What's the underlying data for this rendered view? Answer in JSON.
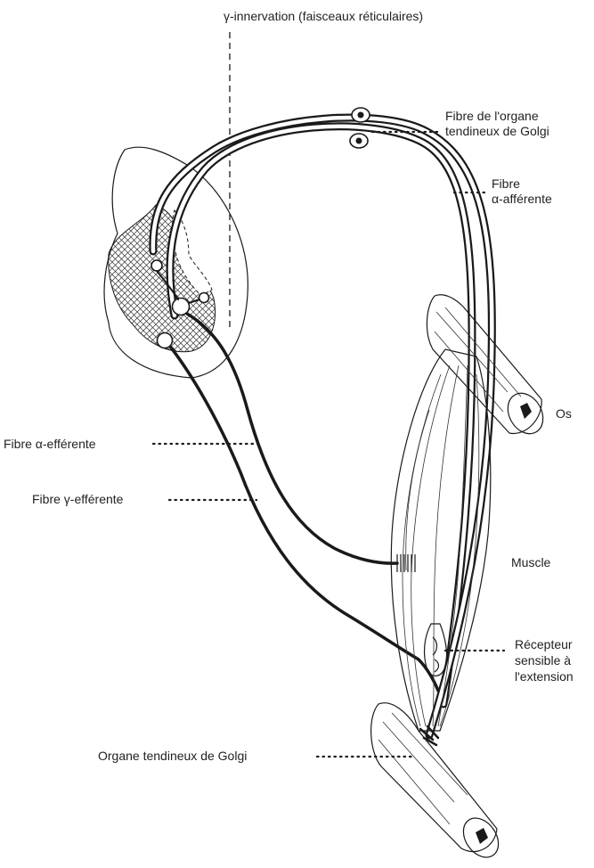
{
  "labels": {
    "gamma_innervation": "γ-innervation (faisceaux réticulaires)",
    "golgi_fibre_line1": "Fibre de l'organe",
    "golgi_fibre_line2": "tendineux de Golgi",
    "alpha_afferent_line1": "Fibre",
    "alpha_afferent_line2": "α-afférente",
    "alpha_efferent": "Fibre α-efférente",
    "gamma_efferent": "Fibre γ-efférente",
    "bone": "Os",
    "muscle": "Muscle",
    "receptor_line1": "Récepteur",
    "receptor_line2": "sensible à",
    "receptor_line3": "l'extension",
    "golgi_organ": "Organe tendineux de Golgi"
  }
}
